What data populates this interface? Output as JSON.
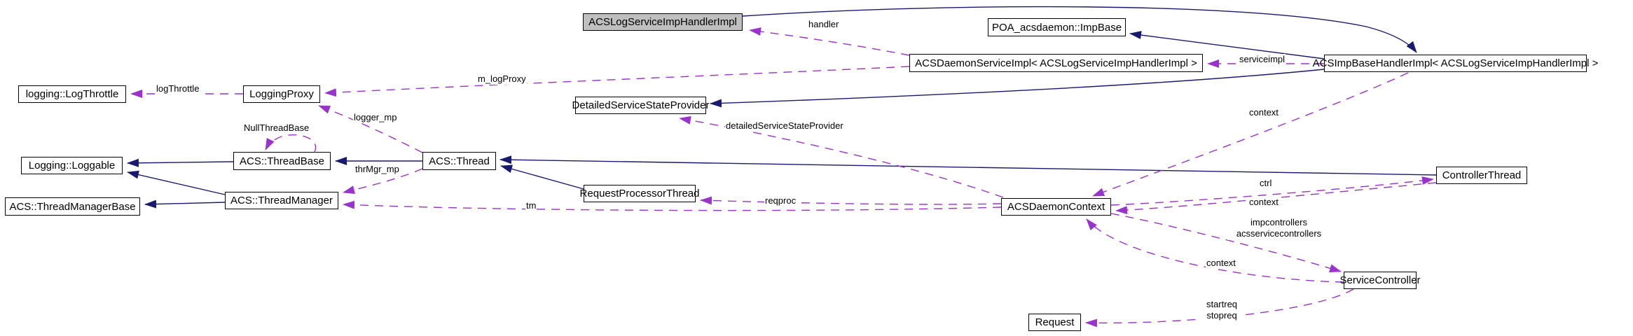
{
  "diagram_type": "doxygen-collaboration-graph",
  "colors": {
    "background": "#ffffff",
    "inheritance_edge": "#191970",
    "usage_edge": "#9a32cd",
    "node_fill": "#ffffff",
    "node_border": "#000000",
    "current_node_fill": "#bfbfbf",
    "text": "#000000"
  },
  "nodes": [
    {
      "label": "ACSLogServiceImpHandlerImpl",
      "current": true
    },
    {
      "label": "POA_acsdaemon::ImpBase"
    },
    {
      "label": "ACSDaemonServiceImpl< ACSLogServiceImpHandlerImpl >"
    },
    {
      "label": "ACSImpBaseHandlerImpl< ACSLogServiceImpHandlerImpl >"
    },
    {
      "label": "logging::LogThrottle"
    },
    {
      "label": "LoggingProxy"
    },
    {
      "label": "DetailedServiceStateProvider"
    },
    {
      "label": "Logging::Loggable"
    },
    {
      "label": "ACS::ThreadBase"
    },
    {
      "label": "ACS::Thread"
    },
    {
      "label": "ACS::ThreadManagerBase"
    },
    {
      "label": "ACS::ThreadManager"
    },
    {
      "label": "RequestProcessorThread"
    },
    {
      "label": "ACSDaemonContext"
    },
    {
      "label": "ControllerThread"
    },
    {
      "label": "ServiceController"
    },
    {
      "label": "Request"
    }
  ],
  "edge_labels": {
    "handler": "handler",
    "serviceimpl": "serviceimpl",
    "m_logproxy": "m_logProxy",
    "logthrottle": "logThrottle",
    "nullthreadbase": "NullThreadBase",
    "logger_mp": "logger_mp",
    "thrmgr_mp": "thrMgr_mp",
    "context_from_impbasehandler": "context",
    "ctrl": "ctrl",
    "context_from_controllerthread": "context",
    "tm": "tm",
    "reqproc": "reqproc",
    "detailedservicestateprovider": "detailedServiceStateProvider",
    "impcontrollers": "impcontrollers\nacsservicecontrollers",
    "context_from_servicecontroller": "context",
    "startreq_stopreq": "startreq\nstopreq"
  },
  "relationships": [
    {
      "from": "ACSLogServiceImpHandlerImpl",
      "to": "ACSImpBaseHandlerImpl< ACSLogServiceImpHandlerImpl >",
      "type": "inheritance"
    },
    {
      "from": "ACSImpBaseHandlerImpl< ACSLogServiceImpHandlerImpl >",
      "to": "POA_acsdaemon::ImpBase",
      "type": "inheritance"
    },
    {
      "from": "ACSImpBaseHandlerImpl< ACSLogServiceImpHandlerImpl >",
      "to": "DetailedServiceStateProvider",
      "type": "inheritance"
    },
    {
      "from": "ControllerThread",
      "to": "ACS::Thread",
      "type": "inheritance"
    },
    {
      "from": "RequestProcessorThread",
      "to": "ACS::Thread",
      "type": "inheritance"
    },
    {
      "from": "ACS::Thread",
      "to": "ACS::ThreadBase",
      "type": "inheritance"
    },
    {
      "from": "ACS::ThreadBase",
      "to": "Logging::Loggable",
      "type": "inheritance"
    },
    {
      "from": "ACS::ThreadManager",
      "to": "Logging::Loggable",
      "type": "inheritance"
    },
    {
      "from": "ACS::ThreadManager",
      "to": "ACS::ThreadManagerBase",
      "type": "inheritance"
    },
    {
      "from": "ACSDaemonServiceImpl< ACSLogServiceImpHandlerImpl >",
      "to": "ACSLogServiceImpHandlerImpl",
      "type": "usage",
      "label": "handler"
    },
    {
      "from": "ACSDaemonServiceImpl< ACSLogServiceImpHandlerImpl >",
      "to": "LoggingProxy",
      "type": "usage",
      "label": "m_logProxy"
    },
    {
      "from": "ACSImpBaseHandlerImpl< ACSLogServiceImpHandlerImpl >",
      "to": "ACSDaemonServiceImpl< ACSLogServiceImpHandlerImpl >",
      "type": "usage",
      "label": "serviceimpl"
    },
    {
      "from": "LoggingProxy",
      "to": "logging::LogThrottle",
      "type": "usage",
      "label": "logThrottle"
    },
    {
      "from": "ACS::ThreadBase",
      "to": "ACS::ThreadBase",
      "type": "usage",
      "label": "NullThreadBase"
    },
    {
      "from": "ACS::Thread",
      "to": "LoggingProxy",
      "type": "usage",
      "label": "logger_mp"
    },
    {
      "from": "ACS::Thread",
      "to": "ACS::ThreadManager",
      "type": "usage",
      "label": "thrMgr_mp"
    },
    {
      "from": "ACSImpBaseHandlerImpl< ACSLogServiceImpHandlerImpl >",
      "to": "ACSDaemonContext",
      "type": "usage",
      "label": "context"
    },
    {
      "from": "ACSDaemonContext",
      "to": "ControllerThread",
      "type": "usage",
      "label": "ctrl"
    },
    {
      "from": "ControllerThread",
      "to": "ACSDaemonContext",
      "type": "usage",
      "label": "context"
    },
    {
      "from": "ACSDaemonContext",
      "to": "ACS::ThreadManager",
      "type": "usage",
      "label": "tm"
    },
    {
      "from": "ACSDaemonContext",
      "to": "RequestProcessorThread",
      "type": "usage",
      "label": "reqproc"
    },
    {
      "from": "ACSDaemonContext",
      "to": "DetailedServiceStateProvider",
      "type": "usage",
      "label": "detailedServiceStateProvider"
    },
    {
      "from": "ACSDaemonContext",
      "to": "ServiceController",
      "type": "usage",
      "label": "impcontrollers acsservicecontrollers"
    },
    {
      "from": "ServiceController",
      "to": "ACSDaemonContext",
      "type": "usage",
      "label": "context"
    },
    {
      "from": "ServiceController",
      "to": "Request",
      "type": "usage",
      "label": "startreq stopreq"
    }
  ]
}
